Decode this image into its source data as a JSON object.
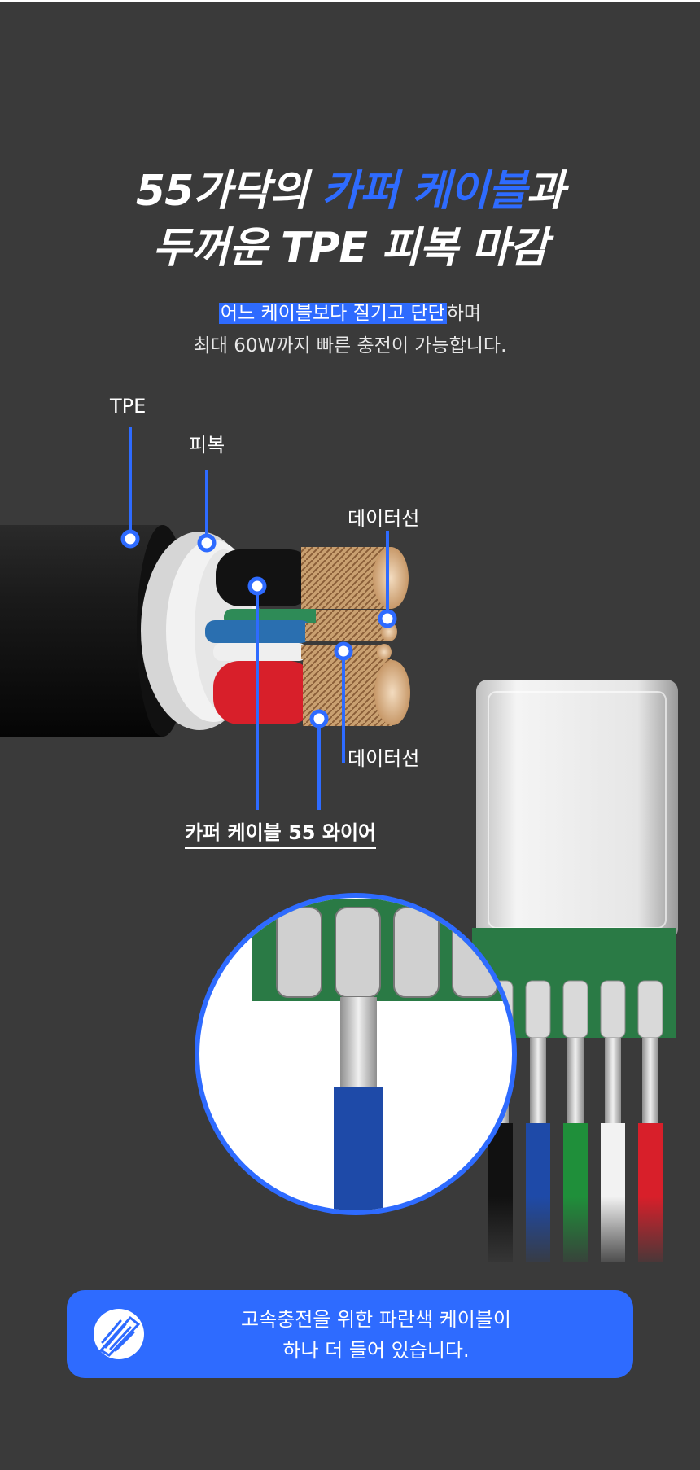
{
  "headline": {
    "line1_a": "55가닥의 ",
    "line1_highlight": "카퍼 케이블",
    "line1_b": "과",
    "line2": "두꺼운 TPE 피복 마감"
  },
  "subtext": {
    "line1_highlight": "어느 케이블보다 질기고 단단",
    "line1_rest": "하며",
    "line2": "최대 60W까지 빠른 충전이 가능합니다."
  },
  "labels": {
    "tpe": "TPE",
    "sheath": "피복",
    "data_wire_top": "데이터선",
    "data_wire_bottom": "데이터선",
    "copper_wire": "카퍼 케이블 55 와이어"
  },
  "info_box": {
    "line1": "고속충전을 위한 파란색 케이블이",
    "line2": "하나 더 들어 있습니다."
  },
  "icons": {
    "info_icon": "cable-strands-icon"
  },
  "colors": {
    "background": "#3a3a3a",
    "accent": "#2e6bff",
    "text": "#ffffff"
  }
}
